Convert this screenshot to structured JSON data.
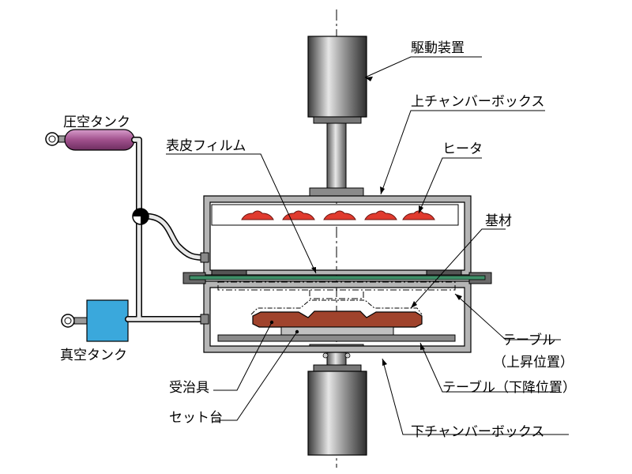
{
  "labels": {
    "drive_unit": "駆動装置",
    "upper_chamber_box": "上チャンバーボックス",
    "skin_film": "表皮フィルム",
    "heater": "ヒータ",
    "pressure_tank": "圧空タンク",
    "base_material": "基材",
    "vacuum_tank": "真空タンク",
    "table_raised": "テーブル",
    "table_raised_sub": "（上昇位置）",
    "jig": "受治具",
    "table_lowered": "テーブル（下降位置）",
    "set_stand": "セット台",
    "lower_chamber_box": "下チャンバーボックス"
  },
  "colors": {
    "pressure_tank": "#a0508c",
    "vacuum_tank": "#3aa8dc",
    "heater": "#e03a2e",
    "jig": "#a0432c",
    "film": "#3f8f68",
    "metal_dark": "#4a4a4a",
    "metal_light": "#c8c8c8"
  }
}
